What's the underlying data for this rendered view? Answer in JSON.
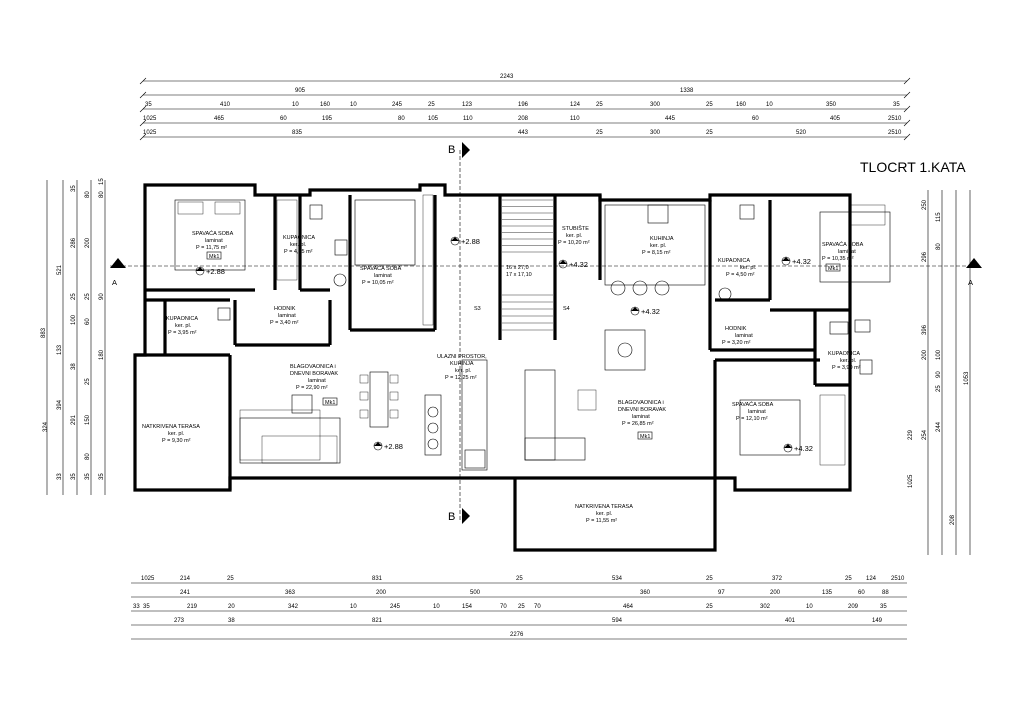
{
  "title": "TLOCRT 1.KATA",
  "section_marks": {
    "a": "A",
    "b": "B"
  },
  "rooms": [
    {
      "id": "spavaca1",
      "name": "SPAVAĆA SOBA",
      "floor": "laminat",
      "area": "P = 11,75 m²",
      "code": "Mk1"
    },
    {
      "id": "kup1",
      "name": "KUPAONICA",
      "floor": "ker. pl.",
      "area": "P = 4,35 m²"
    },
    {
      "id": "spavaca2",
      "name": "SPAVAĆA SOBA",
      "floor": "laminat",
      "area": "P = 10,05 m²"
    },
    {
      "id": "stubiste",
      "name": "STUBIŠTE",
      "floor": "ker. pl.",
      "area": "P = 10,20 m²"
    },
    {
      "id": "kuhinja",
      "name": "KUHINJA",
      "floor": "ker. pl.",
      "area": "P = 8,15 m²"
    },
    {
      "id": "kup3",
      "name": "KUPAONICA",
      "floor": "ker. pl.",
      "area": "P = 4,50 m²"
    },
    {
      "id": "spavaca3",
      "name": "SPAVAĆA SOBA",
      "floor": "laminat",
      "area": "P = 10,35 m²",
      "code": "Mk1"
    },
    {
      "id": "kup2",
      "name": "KUPAONICA",
      "floor": "ker. pl.",
      "area": "P = 3,95 m²"
    },
    {
      "id": "hodnik1",
      "name": "HODNIK",
      "floor": "laminat",
      "area": "P = 3,40 m²"
    },
    {
      "id": "hodnik2",
      "name": "HODNIK",
      "floor": "laminat",
      "area": "P = 3,20 m²"
    },
    {
      "id": "kup4",
      "name": "KUPAONICA",
      "floor": "ker. pl.",
      "area": "P = 3,90 m²"
    },
    {
      "id": "blag1",
      "name": "BLAGOVAONICA i",
      "name2": "DNEVNI BORAVAK",
      "floor": "laminat",
      "area": "P = 22,90 m²",
      "code": "Mk1"
    },
    {
      "id": "ulazni",
      "name": "ULAZNI PROSTOR,",
      "name2": "KUHINJA",
      "floor": "ker. pl.",
      "area": "P = 12,25 m²"
    },
    {
      "id": "blag2",
      "name": "BLAGOVAONICA i",
      "name2": "DNEVNI BORAVAK",
      "floor": "laminat",
      "area": "P = 26,85 m²",
      "code": "Mk1"
    },
    {
      "id": "spavaca4",
      "name": "SPAVAĆA SOBA",
      "floor": "laminat",
      "area": "P = 12,10 m²"
    },
    {
      "id": "teras1",
      "name": "NATKRIVENA TERASA",
      "floor": "ker. pl.",
      "area": "P = 9,30 m²"
    },
    {
      "id": "teras2",
      "name": "NATKRIVENA TERASA",
      "floor": "ker. pl.",
      "area": "P = 11,55 m²"
    }
  ],
  "levels": [
    "+2.88",
    "+2.88",
    "+2.88",
    "+4.32",
    "+4.32",
    "+4.32",
    "+4.32"
  ],
  "stair_label": [
    "16 x 27,0",
    "17 x 17,10"
  ],
  "stair_names": [
    "S3",
    "S4"
  ],
  "dims_top": [
    [
      "2243"
    ],
    [
      "905",
      "1338"
    ],
    [
      "35",
      "410",
      "10",
      "160",
      "10",
      "245",
      "25",
      "123",
      "196",
      "124",
      "25",
      "300",
      "25",
      "160",
      "10",
      "350",
      "35"
    ],
    [
      "1025",
      "465",
      "60",
      "195",
      "80",
      "105",
      "110",
      "208",
      "110",
      "445",
      "60",
      "405",
      "2510"
    ],
    [
      "1025",
      "835",
      "443",
      "25",
      "300",
      "25",
      "520",
      "2510"
    ]
  ],
  "dims_bottom": [
    [
      "1025",
      "214",
      "25",
      "831",
      "25",
      "534",
      "25",
      "372",
      "25",
      "124",
      "2510"
    ],
    [
      "241",
      "363",
      "200",
      "500",
      "360",
      "97",
      "200",
      "135",
      "60",
      "88"
    ],
    [
      "33",
      "35",
      "219",
      "20",
      "342",
      "10",
      "245",
      "10",
      "154",
      "70",
      "25",
      "70",
      "464",
      "25",
      "302",
      "10",
      "209",
      "35"
    ],
    [
      "273",
      "38",
      "821",
      "594",
      "401",
      "149"
    ],
    [
      "2276"
    ]
  ],
  "dims_left": [
    "883",
    "521",
    "35",
    "286",
    "80",
    "200",
    "25",
    "100",
    "60",
    "133",
    "38",
    "394",
    "291",
    "324",
    "33",
    "35",
    "35",
    "80",
    "15",
    "25",
    "90",
    "180",
    "25",
    "150",
    "80",
    "35"
  ],
  "dims_right": [
    "1053",
    "250",
    "115",
    "296",
    "80",
    "396",
    "200",
    "100",
    "90",
    "25",
    "229",
    "254",
    "244",
    "208",
    "1025"
  ]
}
